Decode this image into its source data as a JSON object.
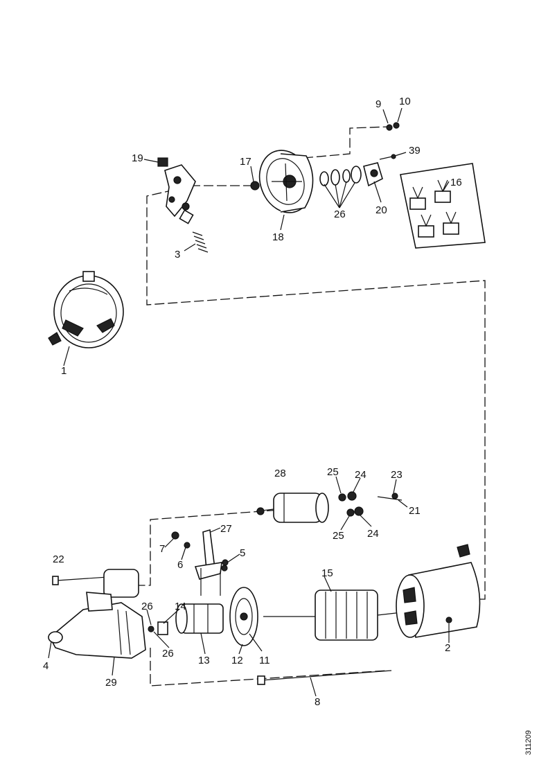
{
  "doc_number": "311209",
  "labels": {
    "p1": "1",
    "p2": "2",
    "p3": "3",
    "p4": "4",
    "p5": "5",
    "p6": "6",
    "p7": "7",
    "p8": "8",
    "p9": "9",
    "p10": "10",
    "p11": "11",
    "p12": "12",
    "p13": "13",
    "p14": "14",
    "p15": "15",
    "p16": "16",
    "p17": "17",
    "p18": "18",
    "p19": "19",
    "p20": "20",
    "p21": "21",
    "p22": "22",
    "p23": "23",
    "p24a": "24",
    "p24b": "24",
    "p25a": "25",
    "p25b": "25",
    "p26a": "26",
    "p26b": "26",
    "p26c": "26",
    "p27": "27",
    "p28": "28",
    "p29": "29",
    "p39": "39"
  }
}
